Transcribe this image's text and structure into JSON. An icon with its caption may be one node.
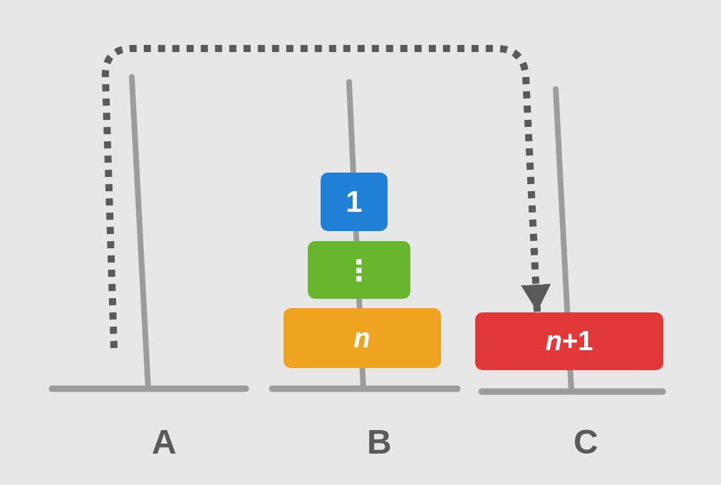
{
  "diagram": {
    "nodes": [
      {
        "text": [
          "A"
        ]
      },
      {
        "text": [
          "B"
        ]
      },
      {
        "text": [
          "C"
        ]
      },
      {
        "text": [
          "1"
        ],
        "in": 1
      },
      {
        "text": [
          "⋮"
        ],
        "in": 1
      },
      {
        "text": [
          "n"
        ],
        "in": 1
      },
      {
        "text": [
          "*n*+1"
        ],
        "in": 2
      }
    ],
    "edges": [
      {
        "from": 0,
        "to": 6,
        "arrow": "to",
        "style": "dashed"
      }
    ]
  }
}
